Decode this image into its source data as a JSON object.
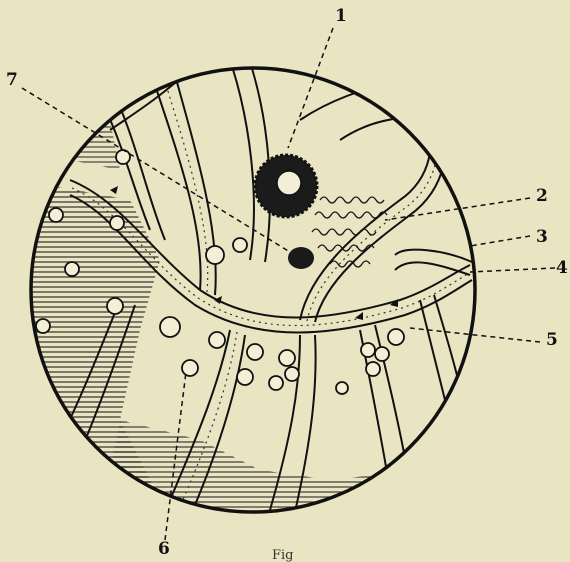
{
  "labels": {
    "l1": "1",
    "l2": "2",
    "l3": "3",
    "l4": "4",
    "l5": "5",
    "l6": "6",
    "l7": "7"
  },
  "caption": "Fig",
  "colors": {
    "paper": "#e9e4c2",
    "ink": "#111111"
  }
}
